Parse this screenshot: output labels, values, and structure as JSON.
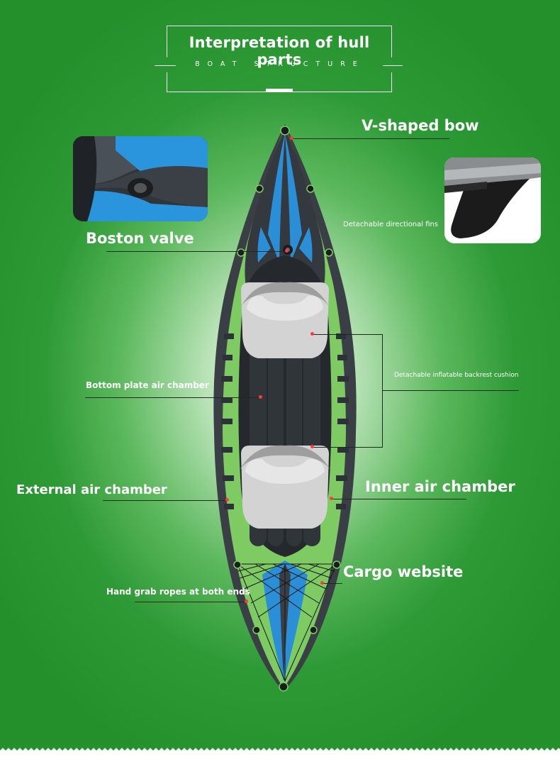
{
  "header": {
    "title": "Interpretation of hull parts",
    "subtitle": "BOAT STRUCTURE"
  },
  "labels": {
    "v_bow": "V-shaped bow",
    "boston_valve": "Boston valve",
    "fins": "Detachable directional fins",
    "bottom_plate": "Bottom plate air chamber",
    "backrest": "Detachable inflatable backrest cushion",
    "external": "External air chamber",
    "inner": "Inner air chamber",
    "cargo": "Cargo website",
    "grab_ropes": "Hand grab ropes at both ends"
  },
  "colors": {
    "background": "#2e9a36",
    "hull_green": "#7fd068",
    "hull_dark": "#2f3338",
    "hull_blue": "#2a8fd6",
    "seat": "#d9d9d9",
    "pointer_dot": "#ff3a3a"
  },
  "icons": {
    "valve_inset": "boston-valve-closeup-photo",
    "fin_inset": "directional-fin-photo",
    "kayak": "inflatable-kayak-top-view"
  }
}
